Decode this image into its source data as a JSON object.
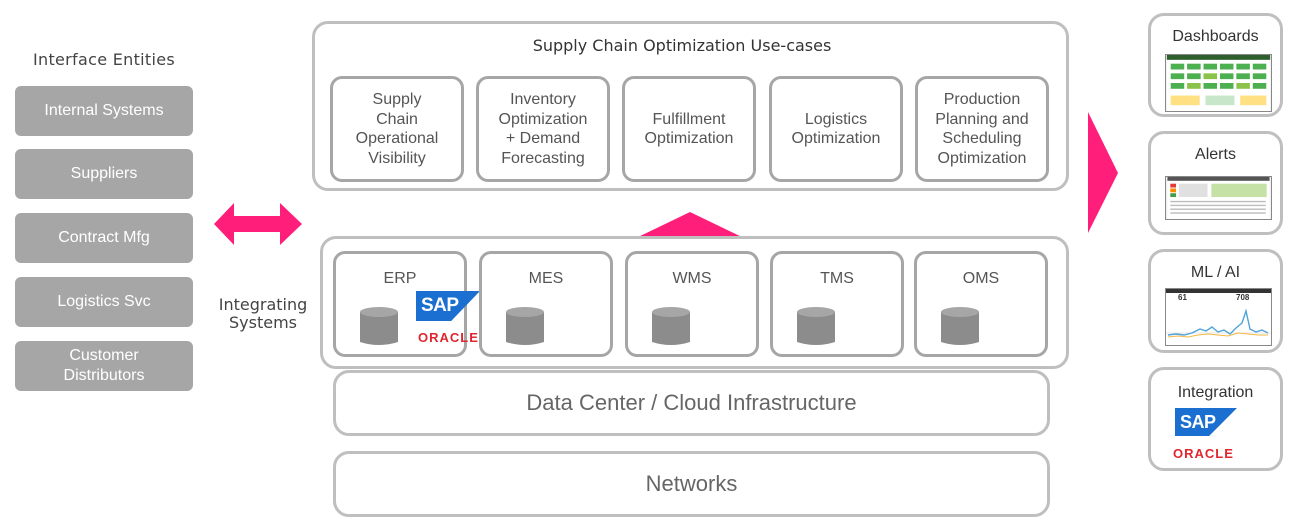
{
  "interface": {
    "title": "Interface Entities",
    "entities": [
      "Internal Systems",
      "Suppliers",
      "Contract Mfg",
      "Logistics Svc",
      "Customer\nDistributors"
    ]
  },
  "usecases": {
    "title": "Supply Chain Optimization Use-cases",
    "items": [
      "Supply\nChain\nOperational\nVisibility",
      "Inventory\nOptimization\n+ Demand\nForecasting",
      "Fulfillment\nOptimization",
      "Logistics\nOptimization",
      "Production\nPlanning and\nScheduling\nOptimization"
    ]
  },
  "integrating": {
    "label": "Integrating\nSystems",
    "systems": [
      "ERP",
      "MES",
      "WMS",
      "TMS",
      "OMS"
    ]
  },
  "layers": {
    "datacenter": "Data Center / Cloud Infrastructure",
    "networks": "Networks"
  },
  "outputs": {
    "dashboards": "Dashboards",
    "alerts": "Alerts",
    "mlai": "ML / AI",
    "integration": "Integration",
    "ml_values": [
      "61",
      "708"
    ]
  },
  "logos": {
    "sap": "SAP",
    "oracle": "ORACLE"
  },
  "colors": {
    "accent": "#ff1f7a",
    "entity_fill": "#a6a6a6",
    "border": "#bfbfbf",
    "sap_blue": "#1a6fd0",
    "oracle_red": "#e0262f"
  }
}
